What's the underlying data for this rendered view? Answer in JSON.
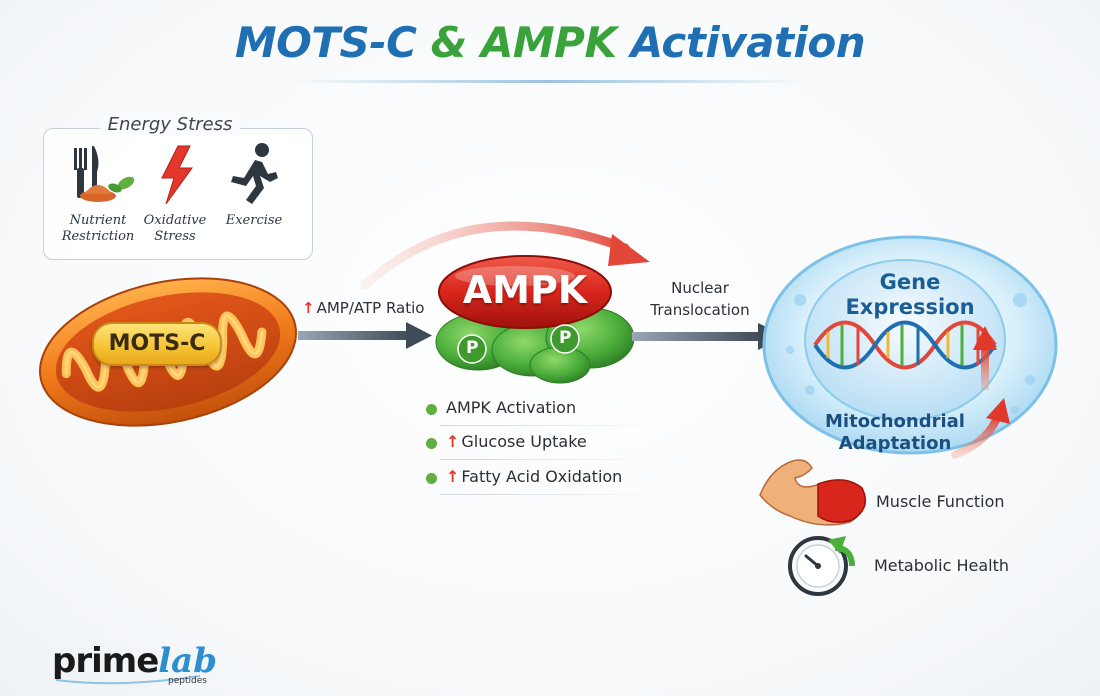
{
  "title": {
    "part1": "MOTS-C",
    "amp": "&",
    "part2": "AMPK",
    "part3": "Activation"
  },
  "energy_stress": {
    "title": "Energy Stress",
    "items": [
      {
        "label_line1": "Nutrient",
        "label_line2": "Restriction",
        "icon": "fork-knife-plate-icon"
      },
      {
        "label_line1": "Oxidative",
        "label_line2": "Stress",
        "icon": "lightning-bolt-icon"
      },
      {
        "label_line1": "Exercise",
        "label_line2": "",
        "icon": "running-person-icon"
      }
    ]
  },
  "mitochondrion": {
    "label": "MOTS-C"
  },
  "arrow1_label": "AMP/ATP Ratio",
  "ampk": {
    "label": "AMPK",
    "phospho": "P"
  },
  "nuclear": {
    "line1": "Nuclear",
    "line2": "Translocation"
  },
  "ampk_effects": [
    {
      "text": "AMPK Activation",
      "up": false
    },
    {
      "text": "Glucose Uptake",
      "up": true
    },
    {
      "text": "Fatty Acid Oxidation",
      "up": true
    }
  ],
  "nucleus": {
    "gene_line1": "Gene",
    "gene_line2": "Expression",
    "adapt_line1": "Mitochondrial",
    "adapt_line2": "Adaptation"
  },
  "outcomes": [
    {
      "text": "Muscle Function",
      "icon": "flexed-bicep-icon"
    },
    {
      "text": "Metabolic Health",
      "icon": "stopwatch-icon"
    }
  ],
  "brand": {
    "prime": "prime",
    "lab": "lab",
    "sub": "peptides"
  },
  "colors": {
    "title_blue": "#1f6fb2",
    "title_green": "#3aa23a",
    "mito_orange": "#f07a1a",
    "ampk_red": "#d9261c",
    "phospho_green": "#4caf3c",
    "nucleus_blue": "#bfe3f6",
    "arrow_dark": "#3f4a58",
    "up_red": "#e0392c"
  }
}
